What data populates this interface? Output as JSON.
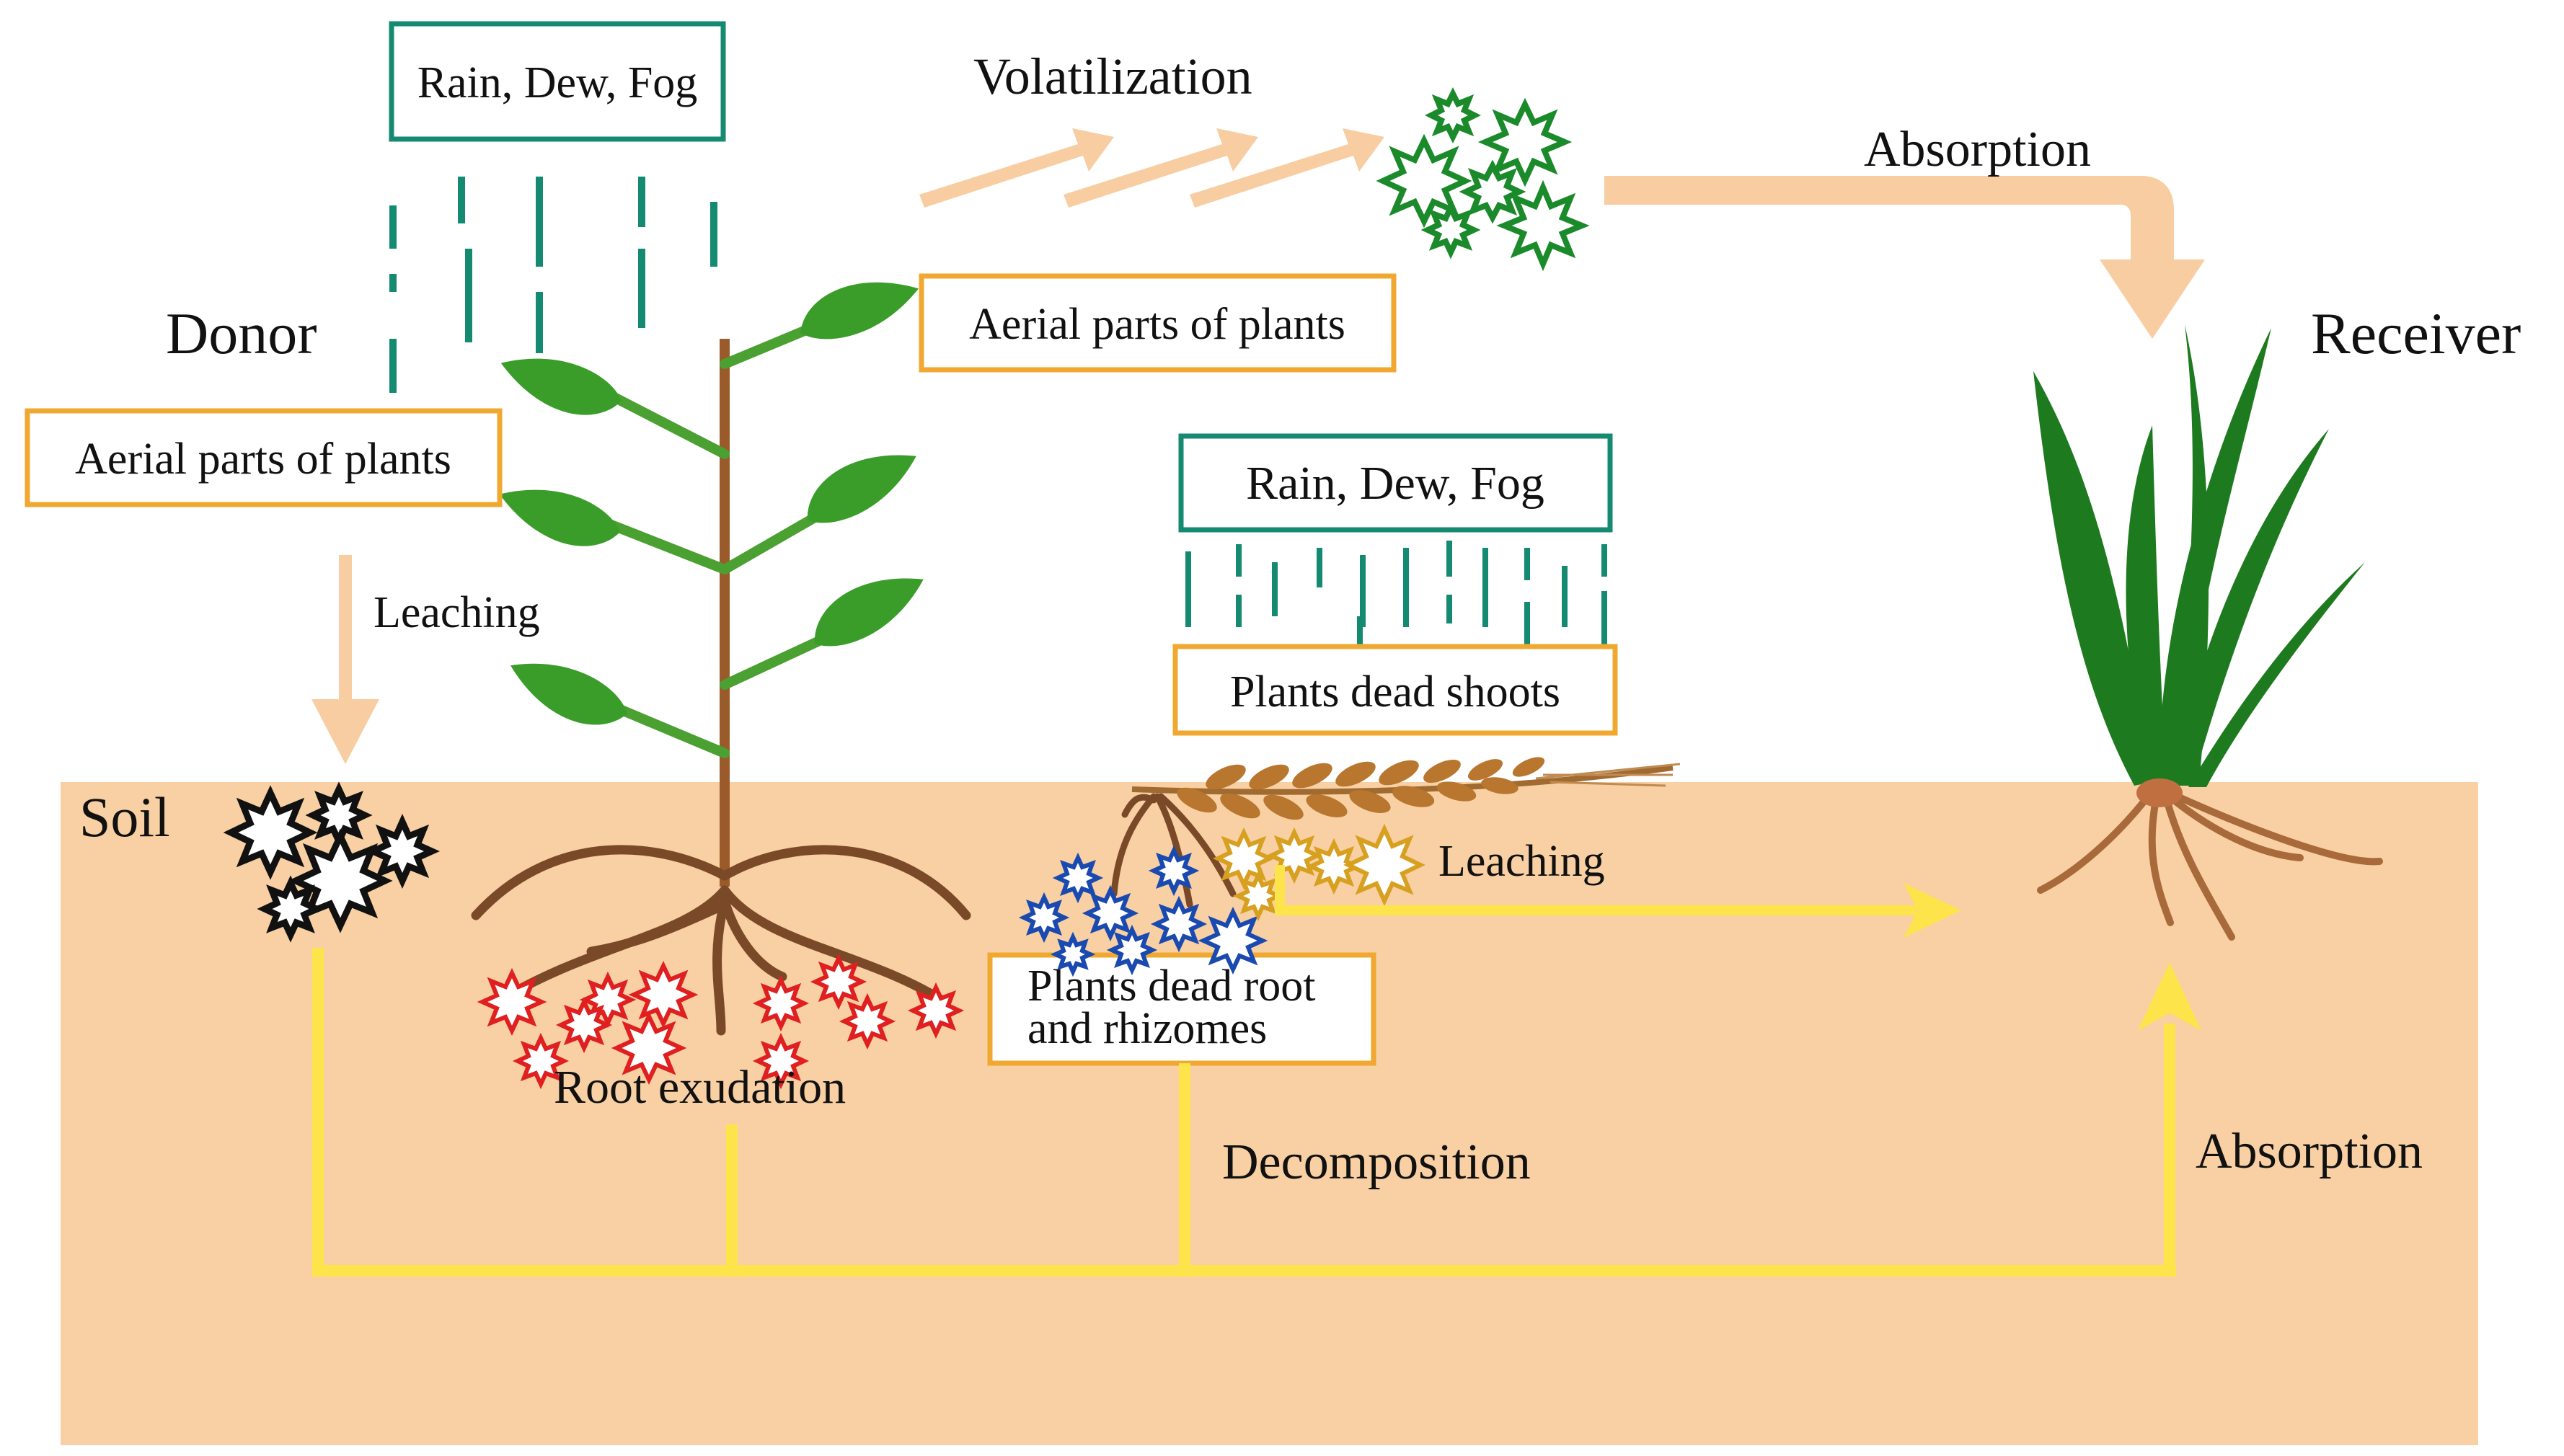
{
  "labels": {
    "donor": "Donor",
    "receiver": "Receiver",
    "soil": "Soil",
    "volatilization": "Volatilization",
    "absorption_air": "Absorption",
    "absorption_soil": "Absorption",
    "leaching_donor": "Leaching",
    "leaching_dead": "Leaching",
    "root_exudation": "Root exudation",
    "decomposition": "Decomposition"
  },
  "boxes": {
    "rain_top": "Rain, Dew, Fog",
    "rain_middle": "Rain, Dew, Fog",
    "aerial_left": "Aerial parts of plants",
    "aerial_right": "Aerial parts of plants",
    "dead_shoots": "Plants dead shoots",
    "dead_root_line1": "Plants dead root",
    "dead_root_line2": "and rhizomes"
  },
  "colors": {
    "soil": "#f8d0a3",
    "rain": "#148a70",
    "teal_box": "#148a70",
    "orange_box": "#f0a830",
    "pathway_yellow": "#fde44a",
    "arrow_peach": "#f7cda1",
    "leaf_green": "#3a9d2a",
    "stem_brown": "#9a5a2a",
    "root_brown": "#7a4a28",
    "grass_green": "#1e7a1e",
    "star_black": "#111111",
    "star_red": "#e02020",
    "star_blue": "#1a4ab0",
    "star_gold": "#d8a020",
    "star_green": "#1a8a2a"
  }
}
